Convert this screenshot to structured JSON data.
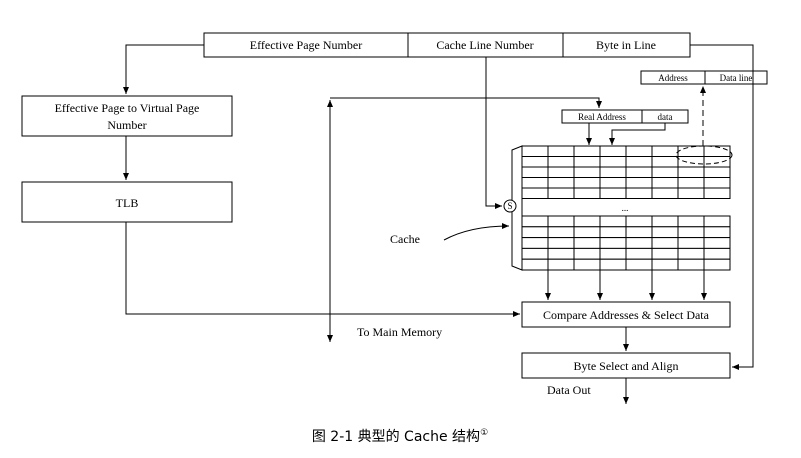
{
  "header_fields": {
    "effective_page_number": "Effective Page Number",
    "cache_line_number": "Cache Line Number",
    "byte_in_line": "Byte in Line"
  },
  "legend": {
    "address": "Address",
    "data_line": "Data line"
  },
  "boxes": {
    "ep_to_vp": "Effective Page to Virtual Page",
    "ep_to_vp_line2": "Number",
    "tlb": "TLB",
    "compare": "Compare Addresses & Select Data",
    "byte_select": "Byte Select and Align"
  },
  "cache_header": {
    "real_address": "Real Address",
    "data": "data"
  },
  "labels": {
    "cache": "Cache",
    "selector": "S",
    "ellipsis": "...",
    "to_main_memory": "To Main Memory",
    "data_out": "Data Out"
  },
  "caption": {
    "text": "图 2-1 典型的 Cache 结构",
    "footnote_mark": "①"
  },
  "colors": {
    "line": "#000000",
    "background": "#ffffff"
  }
}
